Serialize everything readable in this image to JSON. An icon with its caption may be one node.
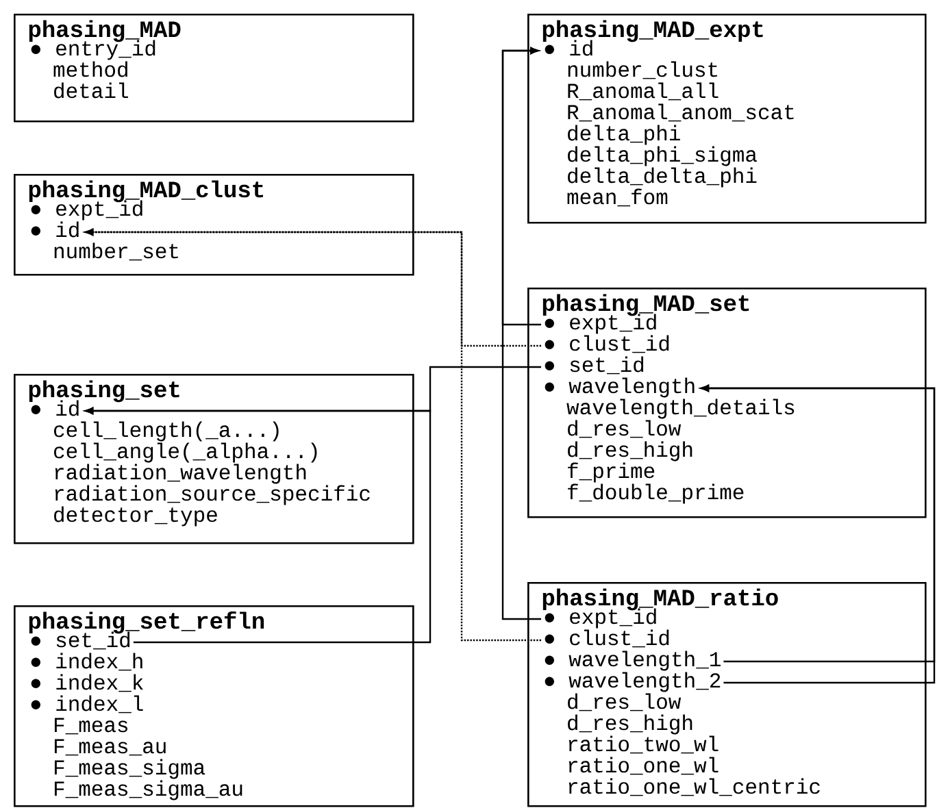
{
  "diagram": {
    "nodes": [
      {
        "text": [
          "phasing_MAD"
        ]
      },
      {
        "text": [
          "● entry_id"
        ],
        "in": 0
      },
      {
        "text": [
          "method"
        ],
        "in": 0
      },
      {
        "text": [
          "detail"
        ],
        "in": 0
      },
      {
        "text": [
          "phasing_MAD_clust"
        ]
      },
      {
        "text": [
          "● expt_id"
        ],
        "in": 4
      },
      {
        "text": [
          "● id"
        ],
        "in": 4
      },
      {
        "text": [
          "number_set"
        ],
        "in": 4
      },
      {
        "text": [
          "phasing_set"
        ]
      },
      {
        "text": [
          "● id"
        ],
        "in": 8
      },
      {
        "text": [
          "cell_length(_a...)"
        ],
        "in": 8
      },
      {
        "text": [
          "cell_angle(_alpha...)"
        ],
        "in": 8
      },
      {
        "text": [
          "radiation_wavelength"
        ],
        "in": 8
      },
      {
        "text": [
          "radiation_source_specific"
        ],
        "in": 8
      },
      {
        "text": [
          "detector_type"
        ],
        "in": 8
      },
      {
        "text": [
          "phasing_set_refln"
        ]
      },
      {
        "text": [
          "● set_id"
        ],
        "in": 15
      },
      {
        "text": [
          "● index_h"
        ],
        "in": 15
      },
      {
        "text": [
          "● index_k"
        ],
        "in": 15
      },
      {
        "text": [
          "● index_l"
        ],
        "in": 15
      },
      {
        "text": [
          "F_meas"
        ],
        "in": 15
      },
      {
        "text": [
          "F_meas_au"
        ],
        "in": 15
      },
      {
        "text": [
          "F_meas_sigma"
        ],
        "in": 15
      },
      {
        "text": [
          "F_meas_sigma_au"
        ],
        "in": 15
      },
      {
        "text": [
          "phasing_MAD_expt"
        ]
      },
      {
        "text": [
          "● id"
        ],
        "in": 24
      },
      {
        "text": [
          "number_clust"
        ],
        "in": 24
      },
      {
        "text": [
          "R_anomal_all"
        ],
        "in": 24
      },
      {
        "text": [
          "R_anomal_anom_scat"
        ],
        "in": 24
      },
      {
        "text": [
          "delta_phi"
        ],
        "in": 24
      },
      {
        "text": [
          "delta_phi_sigma"
        ],
        "in": 24
      },
      {
        "text": [
          "delta_delta_phi"
        ],
        "in": 24
      },
      {
        "text": [
          "mean_fom"
        ],
        "in": 24
      },
      {
        "text": [
          "phasing_MAD_set"
        ]
      },
      {
        "text": [
          "● expt_id"
        ],
        "in": 33
      },
      {
        "text": [
          "● clust_id"
        ],
        "in": 33
      },
      {
        "text": [
          "● set_id"
        ],
        "in": 33
      },
      {
        "text": [
          "● wavelength"
        ],
        "in": 33
      },
      {
        "text": [
          "wavelength_details"
        ],
        "in": 33
      },
      {
        "text": [
          "d_res_low"
        ],
        "in": 33
      },
      {
        "text": [
          "d_res_high"
        ],
        "in": 33
      },
      {
        "text": [
          "f_prime"
        ],
        "in": 33
      },
      {
        "text": [
          "f_double_prime"
        ],
        "in": 33
      },
      {
        "text": [
          "phasing_MAD_ratio"
        ]
      },
      {
        "text": [
          "● expt_id"
        ],
        "in": 43
      },
      {
        "text": [
          "● clust_id"
        ],
        "in": 43
      },
      {
        "text": [
          "● wavelength_1"
        ],
        "in": 43
      },
      {
        "text": [
          "● wavelength_2"
        ],
        "in": 43
      },
      {
        "text": [
          "d_res_low"
        ],
        "in": 43
      },
      {
        "text": [
          "d_res_high"
        ],
        "in": 43
      },
      {
        "text": [
          "ratio_two_wl"
        ],
        "in": 43
      },
      {
        "text": [
          "ratio_one_wl"
        ],
        "in": 43
      },
      {
        "text": [
          "ratio_one_wl_centric"
        ],
        "in": 43
      }
    ],
    "edges": [
      {
        "from": 34,
        "to": 25,
        "arrow": "to"
      },
      {
        "from": 44,
        "to": 25,
        "arrow": "to"
      },
      {
        "from": 35,
        "to": 6,
        "arrow": "to",
        "style": "dashed"
      },
      {
        "from": 45,
        "to": 6,
        "arrow": "to",
        "style": "dashed"
      },
      {
        "from": 36,
        "to": 9,
        "arrow": "to"
      },
      {
        "from": 16,
        "to": 9,
        "arrow": "to"
      },
      {
        "from": 46,
        "to": 37,
        "arrow": "to"
      },
      {
        "from": 47,
        "to": 37,
        "arrow": "to"
      }
    ]
  }
}
